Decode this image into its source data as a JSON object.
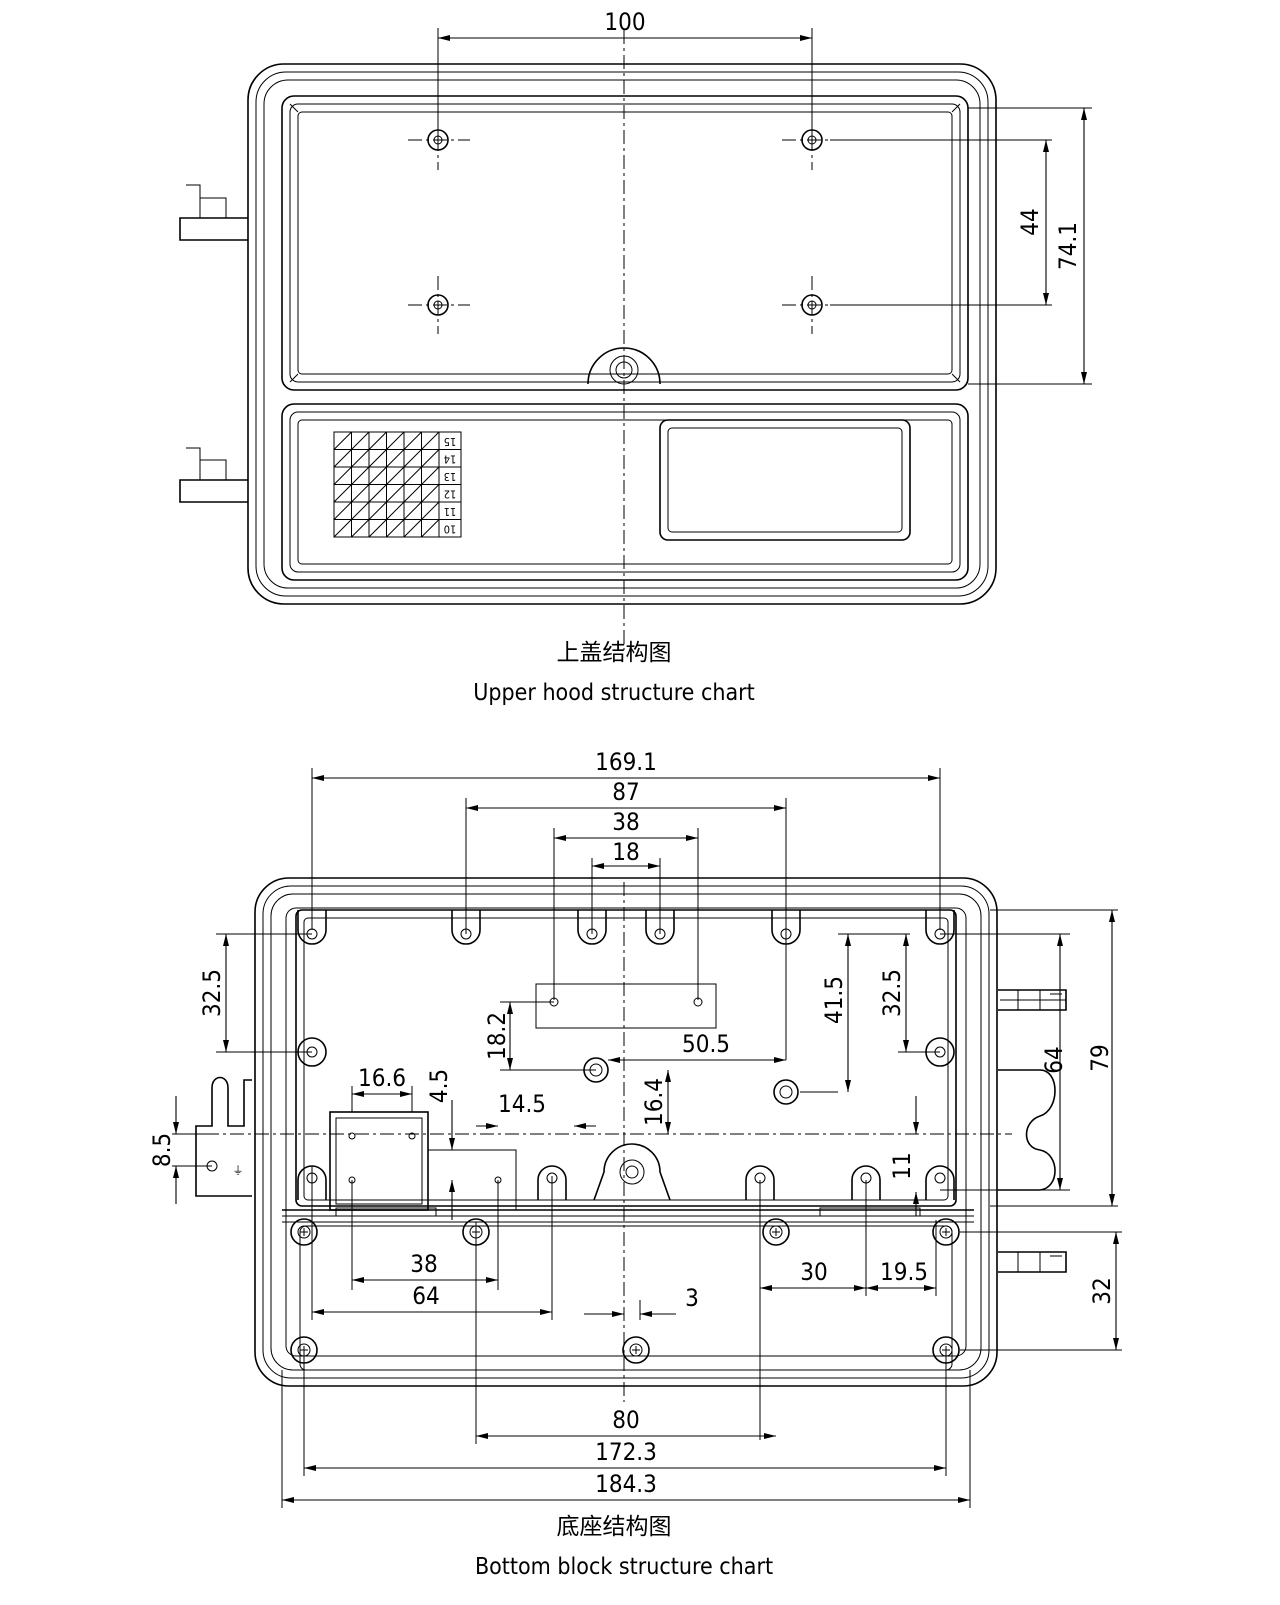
{
  "upper": {
    "title_cn": "上盖结构图",
    "title_en": "Upper hood structure chart",
    "dims": {
      "width_holes": "100",
      "hole_vspacing": "44",
      "inner_height": "74.1"
    },
    "grid_labels": [
      "15",
      "14",
      "13",
      "12",
      "11",
      "10"
    ]
  },
  "bottom": {
    "title_cn": "底座结构图",
    "title_en": "Bottom block structure chart",
    "dims": {
      "d169": "169.1",
      "d87": "87",
      "d38a": "38",
      "d18": "18",
      "d32a": "32.5",
      "d41": "41.5",
      "d32b": "32.5",
      "d18b": "18.2",
      "d50": "50.5",
      "d166": "16.6",
      "d45": "4.5",
      "d145": "14.5",
      "d164": "16.4",
      "d85": "8.5",
      "d11": "11",
      "d64": "64",
      "d79": "79",
      "d38b": "38",
      "d64b": "64",
      "d3": "3",
      "d30": "30",
      "d195": "19.5",
      "d32": "32",
      "d80": "80",
      "d172": "172.3",
      "d184": "184.3"
    }
  }
}
